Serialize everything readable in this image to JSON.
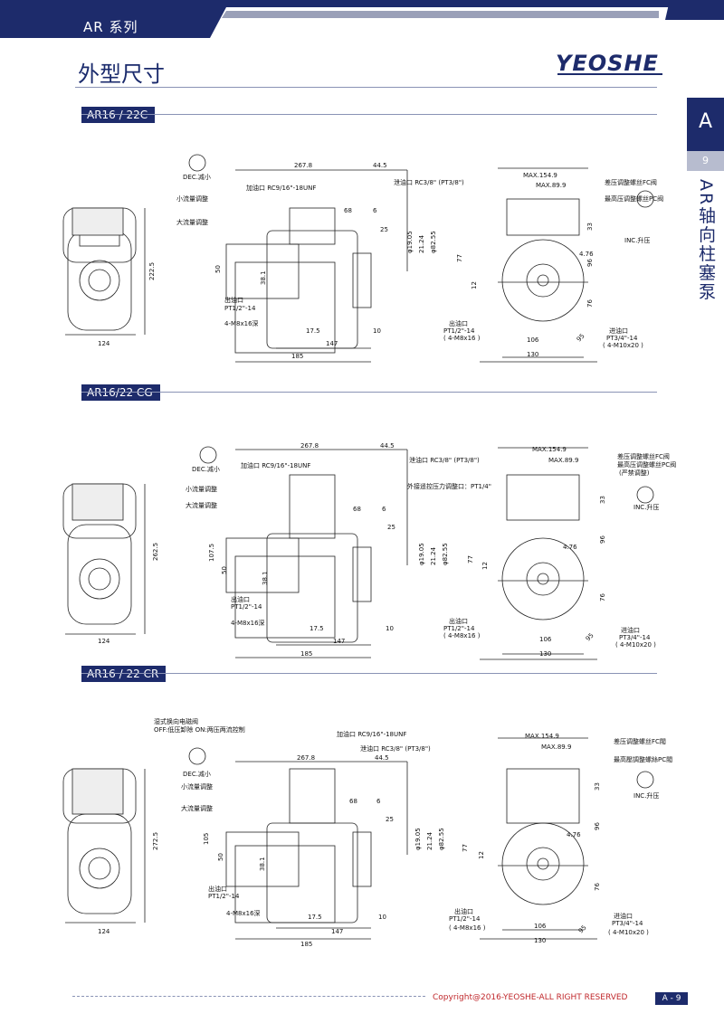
{
  "header": {
    "series": "AR 系列",
    "title": "外型尺寸",
    "logo": "YEOSHE",
    "side_letter": "A",
    "side_page": "9",
    "side_title": "AR轴向柱塞泵"
  },
  "sections": [
    {
      "label": "AR16 / 22C",
      "texts": {
        "dec": "DEC.减小",
        "small_flow": "小流量调整",
        "big_flow": "大流量调整",
        "inlet_top": "加油口 RC9/16\"-18UNF",
        "drain": "泄油口 RC3/8\" (PT3/8\")",
        "outlet": "出油口",
        "outlet_pt": "PT1/2\"-14",
        "bolt": "4-M8x16深",
        "out_r": "出油口",
        "out_r_pt": "PT1/2\"-14",
        "out_r_m": "( 4-M8x16 )",
        "in_r": "进油口",
        "in_r_pt": "PT3/4\"-14",
        "in_r_m": "( 4-M10x20 )",
        "fc": "差压调整螺丝FC阀",
        "pc": "最高压调整螺丝PC阀",
        "inc": "INC.升压",
        "d267": "267.8",
        "d445": "44.5",
        "d68": "68",
        "d6": "6",
        "d25": "25",
        "d1905": "φ19.05",
        "d2124": "21.24",
        "d8255": "φ82.55",
        "d77": "77",
        "d12": "12",
        "d50": "50",
        "d381": "38.1",
        "d175": "17.5",
        "d10": "10",
        "d147": "147",
        "d185": "185",
        "d124": "124",
        "dh": "222.5",
        "dmax": "MAX.154.9",
        "dmax2": "MAX.89.9",
        "d33": "33",
        "d476": "4.76",
        "d96": "96",
        "d76": "76",
        "d106": "106",
        "d130": "130",
        "d95": "95"
      }
    },
    {
      "label": "AR16/22 CG",
      "texts": {
        "dec": "DEC.减小",
        "small_flow": "小流量调整",
        "big_flow": "大流量调整",
        "inlet_top": "加油口 RC9/16\"-18UNF",
        "drain": "泄油口 RC3/8\" (PT3/8\")",
        "remote": "外接遥控压力调整口：PT1/4\"",
        "outlet": "出油口",
        "outlet_pt": "PT1/2\"-14",
        "bolt": "4-M8x16深",
        "out_r": "出油口",
        "out_r_pt": "PT1/2\"-14",
        "out_r_m": "( 4-M8x16 )",
        "in_r": "进油口",
        "in_r_pt": "PT3/4\"-14",
        "in_r_m": "( 4-M10x20 )",
        "fc": "差压调整螺丝FC阀",
        "pc": "最高压调整螺丝PC阀",
        "pc2": "(严禁调整)",
        "inc": "INC.升压",
        "d267": "267.8",
        "d445": "44.5",
        "d68": "68",
        "d6": "6",
        "d25": "25",
        "d1905": "φ19.05",
        "d2124": "21.24",
        "d8255": "φ82.55",
        "d77": "77",
        "d12": "12",
        "d50": "50",
        "d1075": "107.5",
        "d381": "38.1",
        "d175": "17.5",
        "d10": "10",
        "d147": "147",
        "d185": "185",
        "d124": "124",
        "dh": "262.5",
        "dmax": "MAX.154.9",
        "dmax2": "MAX.89.9",
        "d33": "33",
        "d476": "4.76",
        "d96": "96",
        "d76": "76",
        "d106": "106",
        "d130": "130",
        "d95": "95"
      }
    },
    {
      "label": "AR16 / 22 CR",
      "texts": {
        "valve": "湿式换向电磁阀",
        "valve_mode": "OFF:低压卸除 ON:两压两流控制",
        "dec": "DEC.减小",
        "small_flow": "小流量调整",
        "big_flow": "大流量调整",
        "inlet_top": "加油口 RC9/16\"-18UNF",
        "drain": "泄油口 RC3/8\" (PT3/8\")",
        "outlet": "出油口",
        "outlet_pt": "PT1/2\"-14",
        "bolt": "4-M8x16深",
        "out_r": "出油口",
        "out_r_pt": "PT1/2\"-14",
        "out_r_m": "( 4-M8x16 )",
        "in_r": "进油口",
        "in_r_pt": "PT3/4\"-14",
        "in_r_m": "( 4-M10x20 )",
        "fc": "差压调整螺丝FC閥",
        "pc": "最高壓調整螺絲PC閥",
        "inc": "INC.升压",
        "d267": "267.8",
        "d445": "44.5",
        "d68": "68",
        "d6": "6",
        "d25": "25",
        "d1905": "φ19.05",
        "d2124": "21.24",
        "d8255": "φ82.55",
        "d77": "77",
        "d12": "12",
        "d50": "50",
        "d105": "105",
        "d381": "38.1",
        "d175": "17.5",
        "d10": "10",
        "d147": "147",
        "d185": "185",
        "d124": "124",
        "dh": "272.5",
        "dmax": "MAX.154.9",
        "dmax2": "MAX.89.9",
        "d33": "33",
        "d476": "4.76",
        "d96": "96",
        "d76": "76",
        "d106": "106",
        "d130": "130",
        "d95": "95"
      }
    }
  ],
  "footer": {
    "copyright": "Copyright@2016-YEOSHE-ALL RIGHT RESERVED",
    "page": "A - 9"
  }
}
